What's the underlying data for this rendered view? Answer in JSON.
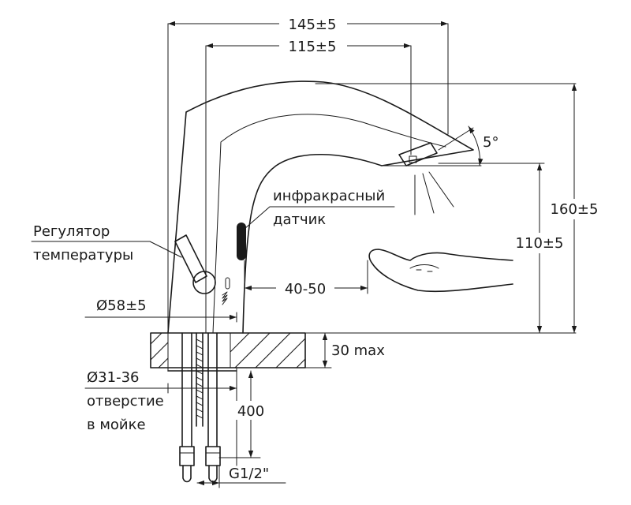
{
  "dimensions": {
    "width_total": "145±5",
    "width_spout": "115±5",
    "height_total": "160±5",
    "height_outlet": "110±5",
    "angle": "5°",
    "hand_distance": "40-50",
    "base_diameter": "Ø58±5",
    "counter_thickness": "30 max",
    "hose_length": "400",
    "thread": "G1/2\""
  },
  "labels": {
    "sensor_line1": "инфракрасный",
    "sensor_line2": "датчик",
    "regulator_line1": "Регулятор",
    "regulator_line2": "температуры",
    "hole_line1": "Ø31-36",
    "hole_line2": "отверстие",
    "hole_line3": "в мойке"
  }
}
